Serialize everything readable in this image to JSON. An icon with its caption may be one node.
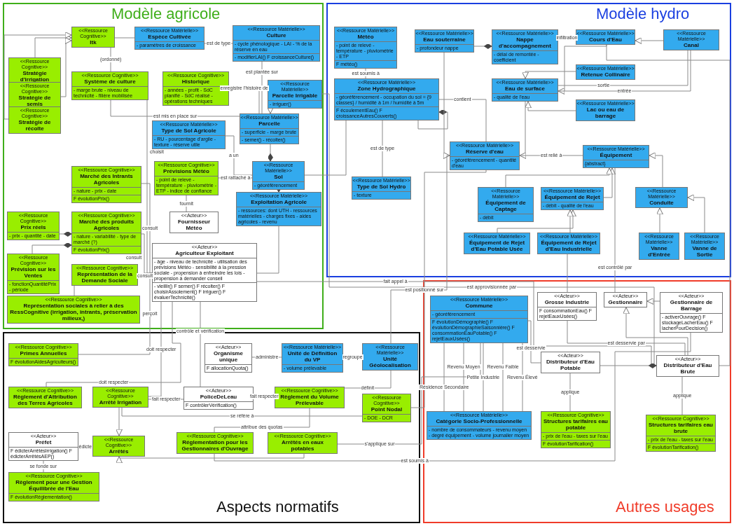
{
  "diagram": {
    "nodes": [
      {
        "text": [
          "Modèle agricole"
        ]
      },
      {
        "text": [
          "Modèle hydro"
        ]
      },
      {
        "text": [
          "Aspects normatifs"
        ]
      },
      {
        "text": [
          "Autres usages"
        ]
      },
      {
        "text": [
          "<<Ressource Cognitive>>",
          "Itk"
        ],
        "in": 0
      },
      {
        "text": [
          "<<Ressource Matérielle>>",
          "Espèce Cultivée",
          "- paramètres de croissance"
        ],
        "in": 0
      },
      {
        "text": [
          "<<Ressource Matérielle>>",
          "Culture",
          "- cycle phénologique - LAI - % de la réserve en eau",
          "- modifierLAI() F croissanceCulture()"
        ],
        "in": 0
      },
      {
        "text": [
          "<<Ressource Cognitive>>",
          "Stratégie d'irrigation"
        ],
        "in": 0
      },
      {
        "text": [
          "<<Ressource Cognitive>>",
          "Stratégie de semis"
        ],
        "in": 0
      },
      {
        "text": [
          "<<Ressource Cognitive>>",
          "Stratégie de récolte"
        ],
        "in": 0
      },
      {
        "text": [
          "<<Ressource Cognitive>>",
          "Historique",
          "- années - profit - SdC planifié - SdC réalisé - opérations techniques"
        ],
        "in": 0
      },
      {
        "text": [
          "<<Ressource Matérielle>>",
          "Parcelle Irrigable",
          "- irriguer()"
        ],
        "in": 0
      },
      {
        "text": [
          "<<Ressource Cognitive>>",
          "Système de culture",
          "- marge brute - niveau de technicité - filière mobilisée"
        ],
        "in": 0
      },
      {
        "text": [
          "<<Ressource Matérielle>>",
          "Parcelle",
          "- superficie - marge brute",
          "- semer() - récolter()"
        ],
        "in": 0
      },
      {
        "text": [
          "<<Ressource Matérielle>>",
          "Type de Sol Agricole",
          "- RU - pourcentage d'argile - texture - réserve utile"
        ],
        "in": 0
      },
      {
        "text": [
          "<<Ressource Matérielle>>",
          "Sol",
          "- géoréférencement"
        ],
        "in": 0
      },
      {
        "text": [
          "<<Ressource Cognitive>>",
          "Prévisions Météo",
          "- point de relevé - température - pluviométrie - ETP - indice de confiance"
        ],
        "in": 0
      },
      {
        "text": [
          "<<Ressource Matérielle>>",
          "Exploitation Agricole",
          "- ressources: dont UTH - ressources matérielles - charges fixes - aides agricoles - revenu"
        ],
        "in": 0
      },
      {
        "text": [
          "<<Acteur>>",
          "Fournisseur Météo"
        ],
        "in": 0
      },
      {
        "text": [
          "<<Ressource Cognitive>>",
          "Marché des Intrants Agricoles",
          "- nature - prix - date",
          "F évolutionPrix()"
        ],
        "in": 0
      },
      {
        "text": [
          "<<Ressource Cognitive>>",
          "Prix réels",
          "- prix - quantité - date"
        ],
        "in": 0
      },
      {
        "text": [
          "<<Ressource Cognitive>>",
          "Marché des produits Agricoles",
          "- nature - variabilité - type de marché (?)",
          "F évolutionPrix()"
        ],
        "in": 0
      },
      {
        "text": [
          "<<Ressource Cognitive>>",
          "Prévision sur les Ventes",
          "- fonctionQuantitéPrix - période"
        ],
        "in": 0
      },
      {
        "text": [
          "<<Ressource Cognitive>>",
          "Représentation de la Demande Sociale"
        ],
        "in": 0
      },
      {
        "text": [
          "<<Ressource Cognitive>>",
          "Représentation sociales à relier à des RessCognitive (irrigation, intrants, préservation milieux,)"
        ],
        "in": 0
      },
      {
        "text": [
          "<<Acteur>>",
          "Agriculteur Exploitant",
          "- âge - niveau de technicité - utilisation des prévisions Météo - sensibilité à la pression sociale - propension à enfreindre les lois - propension à demander conseil",
          "- vieillir() F semer() F récolter() F choisirAssolement() F irriguer() F évaluerTechnicité()"
        ],
        "in": 0
      },
      {
        "text": [
          "<<Ressource Matérielle>>",
          "Météo",
          "- point de relevé - température - pluviométrie - ETP",
          "F météo()"
        ],
        "in": 1
      },
      {
        "text": [
          "<<Ressource Matérielle>>",
          "Eau souterraine",
          "- profondeur nappe"
        ],
        "in": 1
      },
      {
        "text": [
          "<<Ressource Matérielle>>",
          "Nappe d'accompagnement",
          "- délai de remontée - coefficient"
        ],
        "in": 1
      },
      {
        "text": [
          "<<Ressource Matérielle>>",
          "Cours d'Eau"
        ],
        "in": 1
      },
      {
        "text": [
          "<<Ressource Matérielle>>",
          "Canal"
        ],
        "in": 1
      },
      {
        "text": [
          "<<Ressource Matérielle>>",
          "Retenue Collinaire"
        ],
        "in": 1
      },
      {
        "text": [
          "<<Ressource Matérielle>>",
          "Eau de surface",
          "- qualité de l'eau"
        ],
        "in": 1
      },
      {
        "text": [
          "<<Ressource Matérielle>>",
          "Lac ou eau de barrage"
        ],
        "in": 1
      },
      {
        "text": [
          "<<Ressource Matérielle>>",
          "Zone Hydrographique",
          "- géoréférencement - occupation du sol = {9 classes} / humidité à 1m / humidité à 5m",
          "F écoulementEau() F croissanceAutresCouverts()"
        ],
        "in": 1
      },
      {
        "text": [
          "<<Ressource Matérielle>>",
          "Réserve d'eau",
          "- géoréférencement - quantité d'eau"
        ],
        "in": 1
      },
      {
        "text": [
          "<<Ressource Matérielle>>",
          "Type de Sol Hydro",
          "- texture"
        ],
        "in": 1
      },
      {
        "text": [
          "<<Ressource Matérielle>>",
          "Équipement",
          "{abstract}"
        ],
        "in": 1
      },
      {
        "text": [
          "<<Ressource Matérielle>>",
          "Équipement de Rejet",
          "- débit - qualité de l'eau"
        ],
        "in": 1
      },
      {
        "text": [
          "<<Ressource Matérielle>>",
          "Équipement de Captage",
          "- débit"
        ],
        "in": 1
      },
      {
        "text": [
          "<<Ressource Matérielle>>",
          "Conduite"
        ],
        "in": 1
      },
      {
        "text": [
          "<<Ressource Matérielle>>",
          "Équipement de Rejet d'Eau Potable Usée"
        ],
        "in": 1
      },
      {
        "text": [
          "<<Ressource Matérielle>>",
          "Équipement de Rejet d'Eau Industrielle"
        ],
        "in": 1
      },
      {
        "text": [
          "<<Ressource Matérielle>>",
          "Vanne d'Entrée"
        ],
        "in": 1
      },
      {
        "text": [
          "<<Ressource Matérielle>>",
          "Vanne de Sortie"
        ],
        "in": 1
      },
      {
        "text": [
          "<<Ressource Matérielle>>",
          "Unité Géolocalisation"
        ],
        "in": 2
      },
      {
        "text": [
          "<<Ressource Cognitive>>",
          "Point Nodal",
          "- DOE - DCR"
        ],
        "in": 2
      },
      {
        "text": [
          "<<Acteur>>",
          "Organisme unique",
          "F allocationQuota()"
        ],
        "in": 2
      },
      {
        "text": [
          "<<Ressource Matérielle>>",
          "Unité de Définition du VP",
          "- volume prélevable"
        ],
        "in": 2
      },
      {
        "text": [
          "<<Ressource Cognitive>>",
          "Règlement du Volume Prélevable"
        ],
        "in": 2
      },
      {
        "text": [
          "<<Acteur>>",
          "PoliceDeLeau",
          "F contrôlerVérification()"
        ],
        "in": 2
      },
      {
        "text": [
          "<<Ressource Cognitive>>",
          "Primes Annuelles",
          "F évolutionAidesAgriculteurs()"
        ],
        "in": 2
      },
      {
        "text": [
          "<<Ressource Cognitive>>",
          "Arrêté Irrigation"
        ],
        "in": 2
      },
      {
        "text": [
          "<<Ressource Cognitive>>",
          "Règlement d'Attribution des Terres Agricoles"
        ],
        "in": 2
      },
      {
        "text": [
          "<<Ressource Cognitive>>",
          "Arrêtés"
        ],
        "in": 2
      },
      {
        "text": [
          "<<Ressource Cognitive>>",
          "Arrêtés en eaux potables"
        ],
        "in": 2
      },
      {
        "text": [
          "<<Acteur>>",
          "Préfet",
          "F édicterArrêtésIrrigation() F édicterArrêtésAEP()"
        ],
        "in": 2
      },
      {
        "text": [
          "<<Ressource Cognitive>>",
          "Règlement pour une Gestion Équilibrée de l'Eau",
          "F évolutionRéglementation()"
        ],
        "in": 2
      },
      {
        "text": [
          "<<Ressource Cognitive>>",
          "Réglementation pour les Gestionnaires d'Ouvrage"
        ],
        "in": 2
      },
      {
        "text": [
          "<<Ressource Matérielle>>",
          "Commune",
          "- géoréférencement",
          "F évolutionDémographie() F évolutionDémographieSaisonnière() F consommationEauPotable() F rejetEauxUsées()"
        ],
        "in": 3
      },
      {
        "text": [
          "<<Ressource Matérielle>>",
          "Catégorie Socio-Professionnelle",
          "- nombre de consommateurs - revenu moyen - degré équipement - volume journalier moyen"
        ],
        "in": 3
      },
      {
        "text": [
          "<<Acteur>>",
          "Distributeur d'Eau Potable"
        ],
        "in": 3
      },
      {
        "text": [
          "<<Ressource Cognitive>>",
          "Structures tarifaires eau potable",
          "- prix de l'eau - taxes sur l'eau",
          "F évolutionTarification()"
        ],
        "in": 3
      },
      {
        "text": [
          "<<Acteur>>",
          "Gestionnaire"
        ],
        "in": 3
      },
      {
        "text": [
          "<<Acteur>>",
          "Gestionnaire de Barrage",
          "- activerOuvrage() F stockageLacherEau() F lacherPourDecision()"
        ],
        "in": 3
      },
      {
        "text": [
          "<<Acteur>>",
          "Grosse Industrie",
          "F consommationEau() F rejetEauxUsées()"
        ],
        "in": 3
      },
      {
        "text": [
          "<<Acteur>>",
          "Distributeur d'Eau Brute"
        ],
        "in": 3
      },
      {
        "text": [
          "<<Ressource Cognitive>>",
          "Structures tarifaires eau brute",
          "- prix de l'eau - taxes sur l'eau",
          "F évolutionTarification()"
        ],
        "in": 3
      }
    ],
    "edges": [
      {
        "from": 12,
        "to": 4,
        "arrow": "none",
        "label": "(ordonné)"
      },
      {
        "from": 7,
        "to": 4,
        "arrow": "to"
      },
      {
        "from": 8,
        "to": 4,
        "arrow": "to"
      },
      {
        "from": 9,
        "to": 4,
        "arrow": "to"
      },
      {
        "from": 4,
        "to": 5,
        "arrow": "none"
      },
      {
        "from": 5,
        "to": 6,
        "arrow": "none",
        "label": "est de type"
      },
      {
        "from": 6,
        "to": 13,
        "arrow": "none",
        "label": "est plantée sur"
      },
      {
        "from": 11,
        "to": 13,
        "arrow": "to"
      },
      {
        "from": 10,
        "to": 13,
        "arrow": "none",
        "label": "enregistre l'histoire de"
      },
      {
        "from": 12,
        "to": 13,
        "arrow": "none",
        "label": "est mis en place sur"
      },
      {
        "from": 13,
        "to": 15,
        "arrow": "other"
      },
      {
        "from": 14,
        "to": 15,
        "arrow": "none",
        "label": "a un"
      },
      {
        "from": 16,
        "to": 15,
        "arrow": "none",
        "label": "est rattaché à"
      },
      {
        "from": 15,
        "to": 17,
        "arrow": "other"
      },
      {
        "from": 16,
        "to": 18,
        "arrow": "none",
        "label": "fournit"
      },
      {
        "from": 15,
        "to": 34,
        "arrow": "none"
      },
      {
        "from": 11,
        "to": 66,
        "arrow": "none",
        "label": "est approvisionnée par"
      },
      {
        "from": 29,
        "to": 66,
        "arrow": "none"
      },
      {
        "from": 17,
        "to": 25,
        "arrow": "none"
      },
      {
        "from": 12,
        "to": 25,
        "arrow": "none",
        "label": "choisit"
      },
      {
        "from": 26,
        "to": 34,
        "arrow": "none",
        "label": "est soumis à"
      },
      {
        "from": 34,
        "to": 34,
        "arrow": "other"
      },
      {
        "from": 34,
        "to": 36,
        "arrow": "none",
        "label": "est de type"
      },
      {
        "from": 34,
        "to": 35,
        "arrow": "none",
        "label": "contient"
      },
      {
        "from": 27,
        "to": 28,
        "arrow": "other"
      },
      {
        "from": 27,
        "to": 35,
        "arrow": "to"
      },
      {
        "from": 32,
        "to": 35,
        "arrow": "to"
      },
      {
        "from": 28,
        "to": 29,
        "arrow": "none",
        "label": "infiltration"
      },
      {
        "from": 30,
        "to": 29,
        "arrow": "to"
      },
      {
        "from": 29,
        "to": 32,
        "arrow": "to"
      },
      {
        "from": 31,
        "to": 32,
        "arrow": "to"
      },
      {
        "from": 33,
        "to": 32,
        "arrow": "to"
      },
      {
        "from": 32,
        "to": 30,
        "arrow": "none",
        "label": "entrée"
      },
      {
        "from": 32,
        "to": 30,
        "arrow": "none",
        "label": "sortie"
      },
      {
        "from": 35,
        "to": 37,
        "arrow": "none",
        "label": "est relié à"
      },
      {
        "from": 37,
        "to": 63,
        "arrow": "none",
        "label": "est contrôlé par"
      },
      {
        "from": 38,
        "to": 37,
        "arrow": "to"
      },
      {
        "from": 39,
        "to": 37,
        "arrow": "to"
      },
      {
        "from": 40,
        "to": 37,
        "arrow": "to"
      },
      {
        "from": 41,
        "to": 38,
        "arrow": "to"
      },
      {
        "from": 42,
        "to": 38,
        "arrow": "to"
      },
      {
        "from": 43,
        "to": 40,
        "arrow": "to"
      },
      {
        "from": 44,
        "to": 40,
        "arrow": "to"
      },
      {
        "from": 42,
        "to": 65,
        "arrow": "none"
      },
      {
        "from": 35,
        "to": 45,
        "arrow": "none"
      },
      {
        "from": 35,
        "to": 46,
        "arrow": "none",
        "label": "est positionné sur"
      },
      {
        "from": 45,
        "to": 48,
        "arrow": "none",
        "label": "regroupe"
      },
      {
        "from": 45,
        "to": 49,
        "arrow": "none",
        "label": "définit"
      },
      {
        "from": 47,
        "to": 48,
        "arrow": "none",
        "label": "administre"
      },
      {
        "from": 49,
        "to": 50,
        "arrow": "none",
        "label": "fait respecter"
      },
      {
        "from": 49,
        "to": 58,
        "arrow": "none",
        "label": "attribue des quotas"
      },
      {
        "from": 25,
        "to": 50,
        "arrow": "none",
        "label": "contrôle et vérification"
      },
      {
        "from": 25,
        "to": 51,
        "arrow": "none",
        "label": "perçoit"
      },
      {
        "from": 25,
        "to": 52,
        "arrow": "none",
        "label": "doit respecter"
      },
      {
        "from": 25,
        "to": 53,
        "arrow": "none",
        "label": "doit respecter"
      },
      {
        "from": 25,
        "to": 19,
        "arrow": "none",
        "label": "consult"
      },
      {
        "from": 25,
        "to": 21,
        "arrow": "none",
        "label": "consult"
      },
      {
        "from": 25,
        "to": 23,
        "arrow": "none",
        "label": "consult"
      },
      {
        "from": 20,
        "to": 21,
        "arrow": "other"
      },
      {
        "from": 22,
        "to": 21,
        "arrow": "other"
      },
      {
        "from": 23,
        "to": 24,
        "arrow": "none"
      },
      {
        "from": 52,
        "to": 54,
        "arrow": "to"
      },
      {
        "from": 55,
        "to": 54,
        "arrow": "to"
      },
      {
        "from": 54,
        "to": 56,
        "arrow": "none",
        "label": "édicte"
      },
      {
        "from": 56,
        "to": 57,
        "arrow": "none",
        "label": "se fonde sur"
      },
      {
        "from": 50,
        "to": 52,
        "arrow": "none",
        "label": "fait respecter"
      },
      {
        "from": 25,
        "to": 66,
        "arrow": "none",
        "label": "fait appel à"
      },
      {
        "from": 52,
        "to": 46,
        "arrow": "none",
        "label": "se réfère à"
      },
      {
        "from": 55,
        "to": 59,
        "arrow": "none",
        "label": "s'applique sur"
      },
      {
        "from": 59,
        "to": 61,
        "arrow": "none",
        "label": "est desservie"
      },
      {
        "from": 59,
        "to": 60,
        "arrow": "none",
        "label": "Petite Industrie"
      },
      {
        "from": 59,
        "to": 60,
        "arrow": "none",
        "label": "Revenu Faible"
      },
      {
        "from": 59,
        "to": 60,
        "arrow": "none",
        "label": "Revenu Moyen"
      },
      {
        "from": 59,
        "to": 60,
        "arrow": "none",
        "label": "Revenu Élevé"
      },
      {
        "from": 59,
        "to": 60,
        "arrow": "none",
        "label": "Résidence Secondaire"
      },
      {
        "from": 61,
        "to": 62,
        "arrow": "none",
        "label": "applique"
      },
      {
        "from": 61,
        "to": 66,
        "arrow": "other"
      },
      {
        "from": 64,
        "to": 63,
        "arrow": "to"
      },
      {
        "from": 66,
        "to": 63,
        "arrow": "to"
      },
      {
        "from": 65,
        "to": 66,
        "arrow": "none",
        "label": "est desservie par"
      },
      {
        "from": 66,
        "to": 67,
        "arrow": "none",
        "label": "applique"
      },
      {
        "from": 64,
        "to": 58,
        "arrow": "none",
        "label": "est soumis à"
      }
    ]
  }
}
